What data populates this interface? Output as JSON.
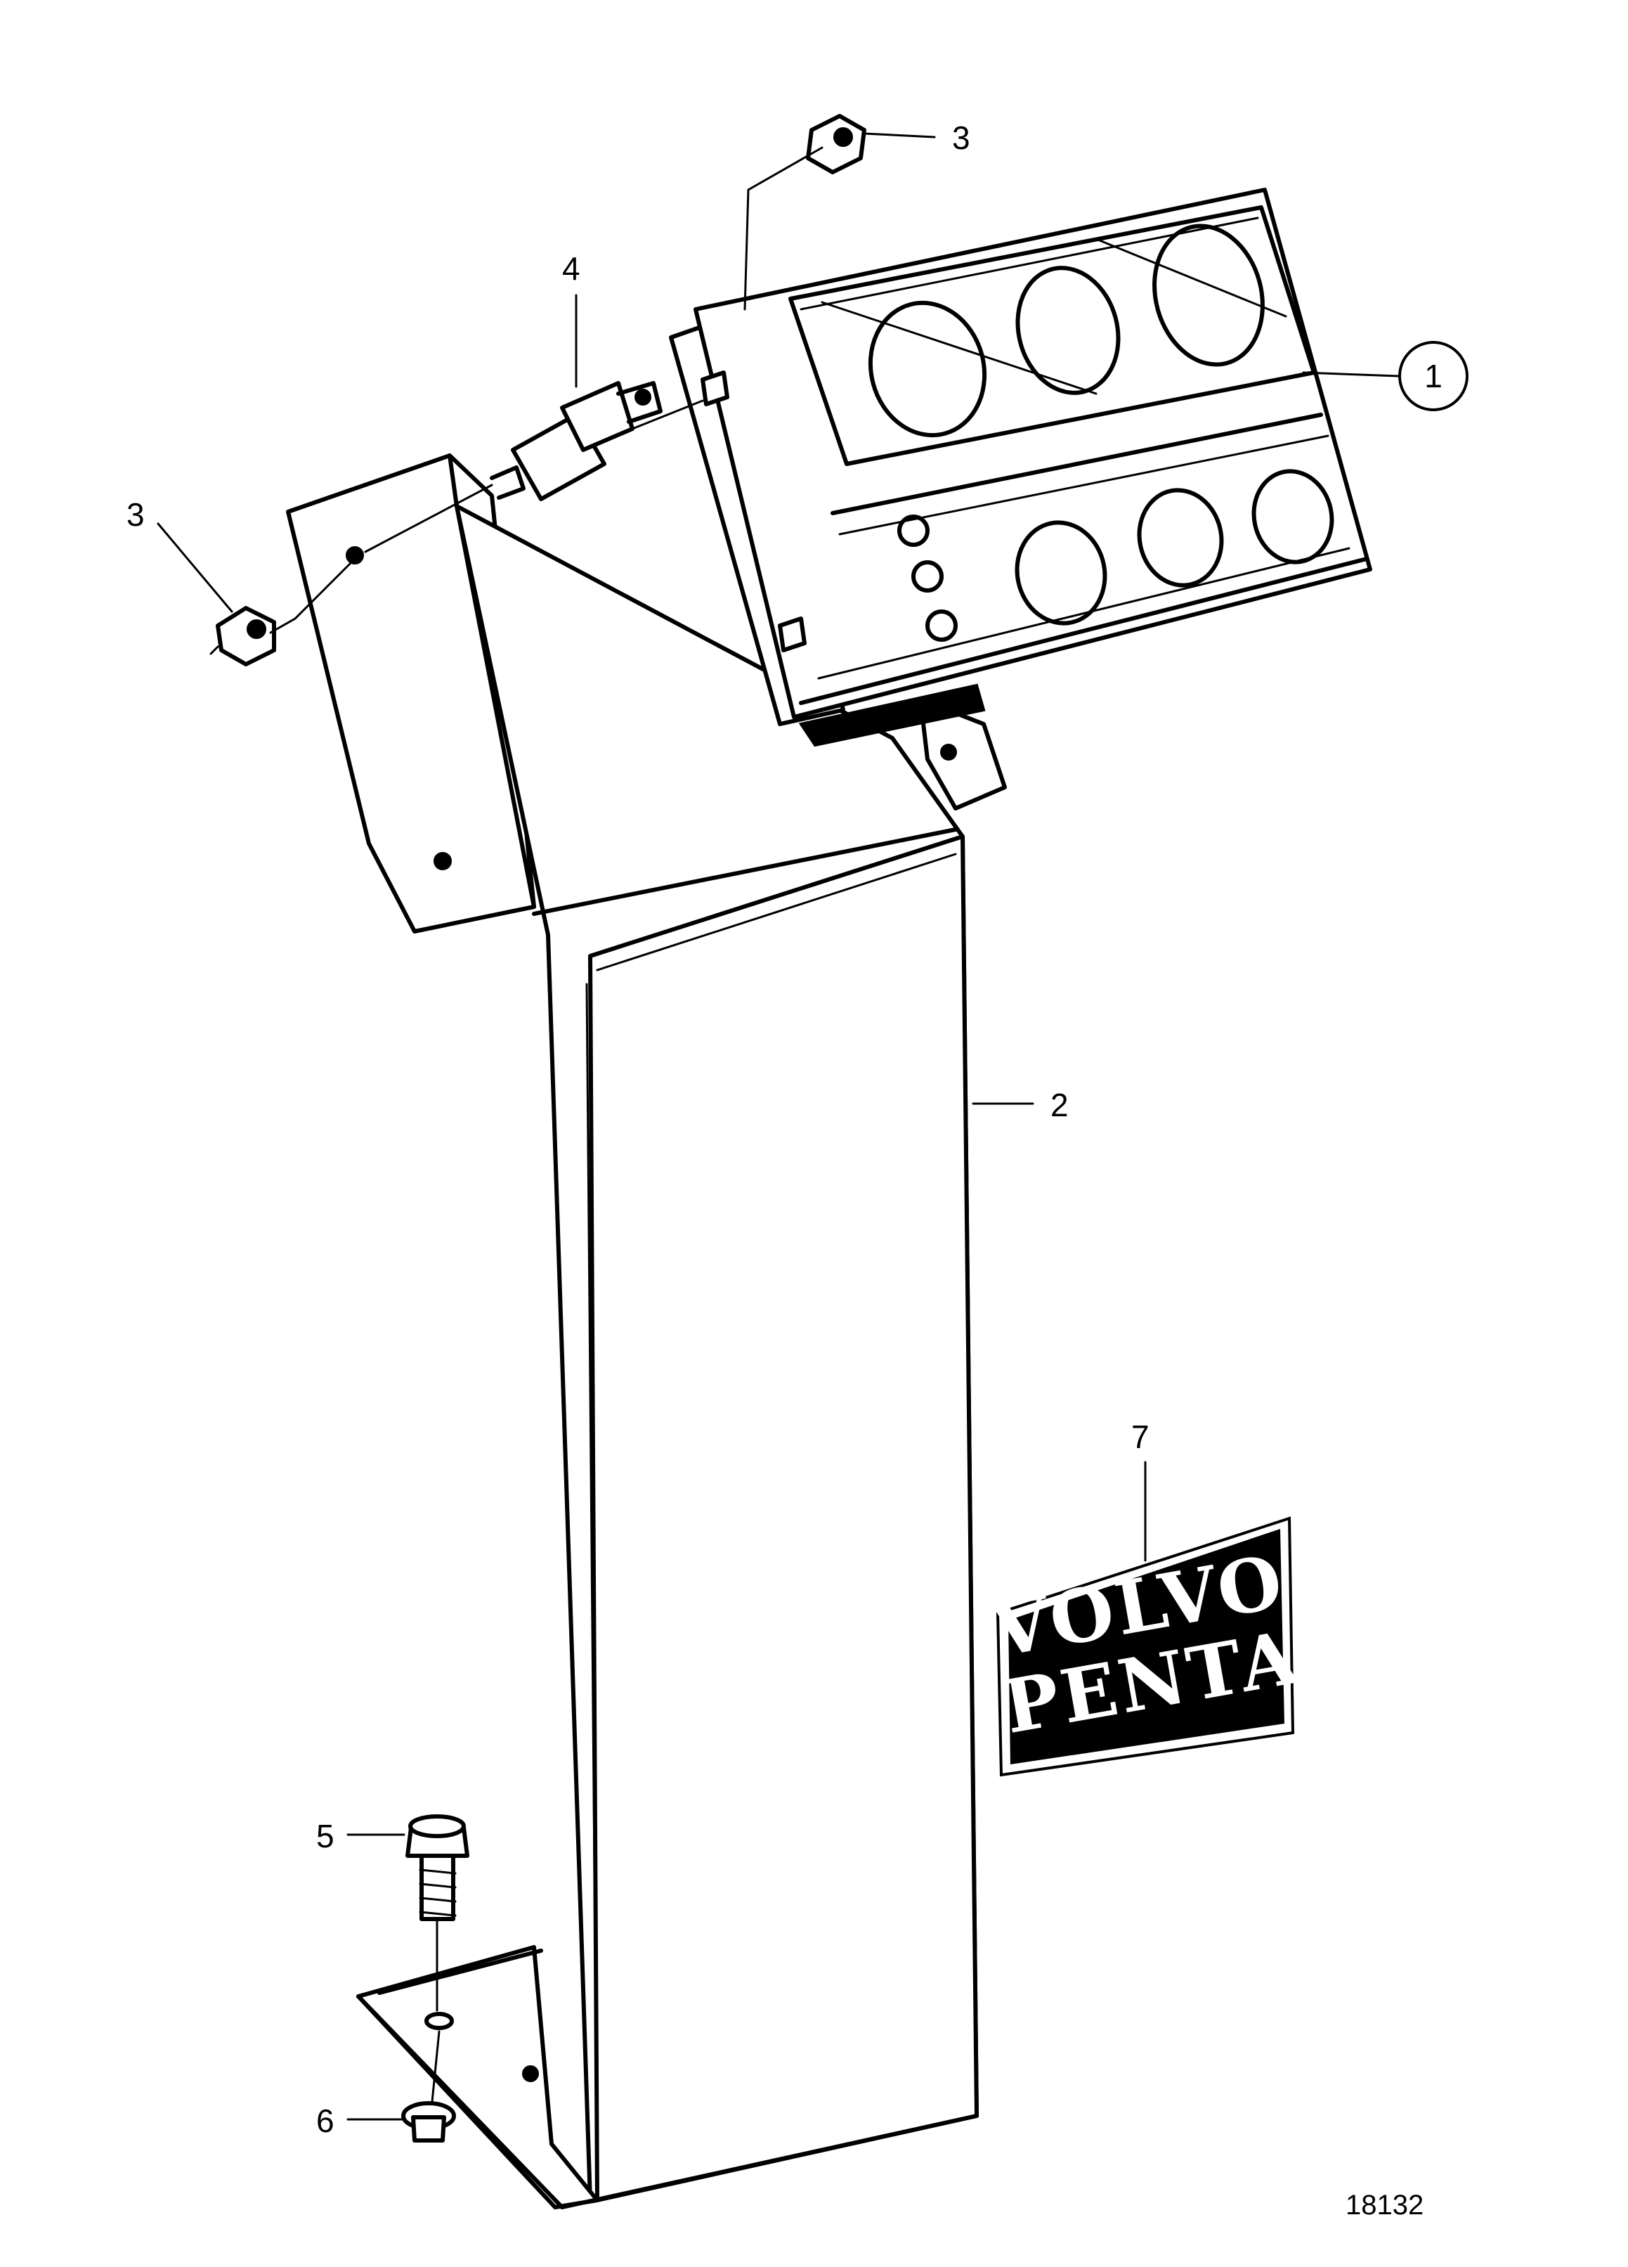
{
  "callouts": [
    {
      "id": "1",
      "label": "1"
    },
    {
      "id": "2",
      "label": "2"
    },
    {
      "id": "3a",
      "label": "3"
    },
    {
      "id": "3b",
      "label": "3"
    },
    {
      "id": "4",
      "label": "4"
    },
    {
      "id": "5",
      "label": "5"
    },
    {
      "id": "6",
      "label": "6"
    },
    {
      "id": "7",
      "label": "7"
    }
  ],
  "logo": {
    "line1": "VOLVO",
    "line2": "PENTA"
  },
  "figure_number": "18132"
}
